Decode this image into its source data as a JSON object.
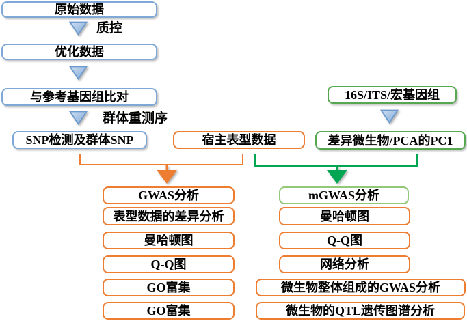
{
  "diagram_title": "GWAS and mGWAS analysis pipeline flowchart",
  "colors": {
    "blue_box_border": "#7fa8d8",
    "blue_arrow_fill_light": "#cadcf0",
    "blue_arrow_fill_dark": "#7fa8d8",
    "orange": "#ed7d31",
    "green_bracket": "#00a651",
    "green_box_border": "#55a84f",
    "light_green_box_border": "#92c978",
    "text": "#000000"
  },
  "host_pipeline": {
    "raw_data": "原始数据",
    "qc_label": "质控",
    "optimized_data": "优化数据",
    "align_reference": "与参考基因组比对",
    "resequencing_label": "群体重测序",
    "snp_detection": "SNP检测及群体SNP",
    "phenotype": "宿主表型数据"
  },
  "microbiome_pipeline": {
    "sequencing": "16S/ITS/宏基因组",
    "differential": "差异微生物/PCA的PC1"
  },
  "gwas_column": [
    "GWAS分析",
    "表型数据的差异分析",
    "曼哈顿图",
    "Q-Q图",
    "GO富集",
    "GO富集"
  ],
  "mgwas_column": [
    "mGWAS分析",
    "曼哈顿图",
    "Q-Q图",
    "网络分析",
    "微生物整体组成的GWAS分析",
    "微生物的QTL遗传图谱分析"
  ]
}
